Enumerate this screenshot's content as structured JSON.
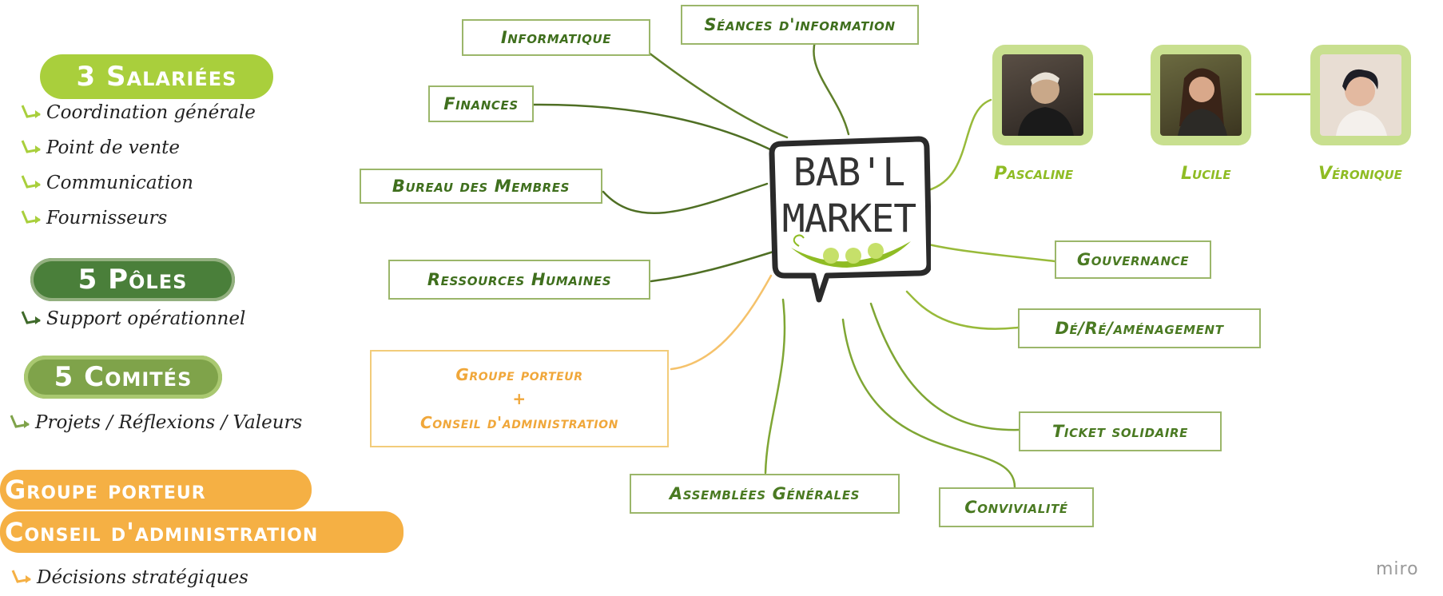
{
  "legend": {
    "salaries": {
      "title": "3 Salariées",
      "items": [
        "Coordination générale",
        "Point de vente",
        "Communication",
        "Fournisseurs"
      ]
    },
    "poles": {
      "title": "5 Pôles",
      "items": [
        "Support opérationnel"
      ]
    },
    "comites": {
      "title": "5 Comités",
      "items": [
        "Projets / Réflexions / Valeurs"
      ]
    },
    "groupe": {
      "title_line1": "Groupe porteur",
      "title_line2": "Conseil d'administration",
      "items": [
        "Décisions stratégiques"
      ]
    }
  },
  "center": {
    "line1": "BAB'L",
    "line2": "MARKET"
  },
  "nodes": {
    "informatique": "Informatique",
    "seances": "Séances d'information",
    "finances": "Finances",
    "bureau": "Bureau des Membres",
    "rh": "Ressources Humaines",
    "groupe_line1": "Groupe porteur",
    "groupe_plus": "+",
    "groupe_line2": "Conseil d'administration",
    "assemblees": "Assemblées Générales",
    "convivialite": "Convivialité",
    "ticket": "Ticket solidaire",
    "amenagement": "Dé/Ré/aménagement",
    "gouvernance": "Gouvernance"
  },
  "people": [
    "Pascaline",
    "Lucile",
    "Véronique"
  ],
  "watermark": "miro",
  "colors": {
    "accent_green": "#a9cf3c",
    "dark_green": "#4a7a22",
    "line_green": "#5f7f2a",
    "light_line_green": "#98ba3a",
    "orange": "#f5b044"
  }
}
